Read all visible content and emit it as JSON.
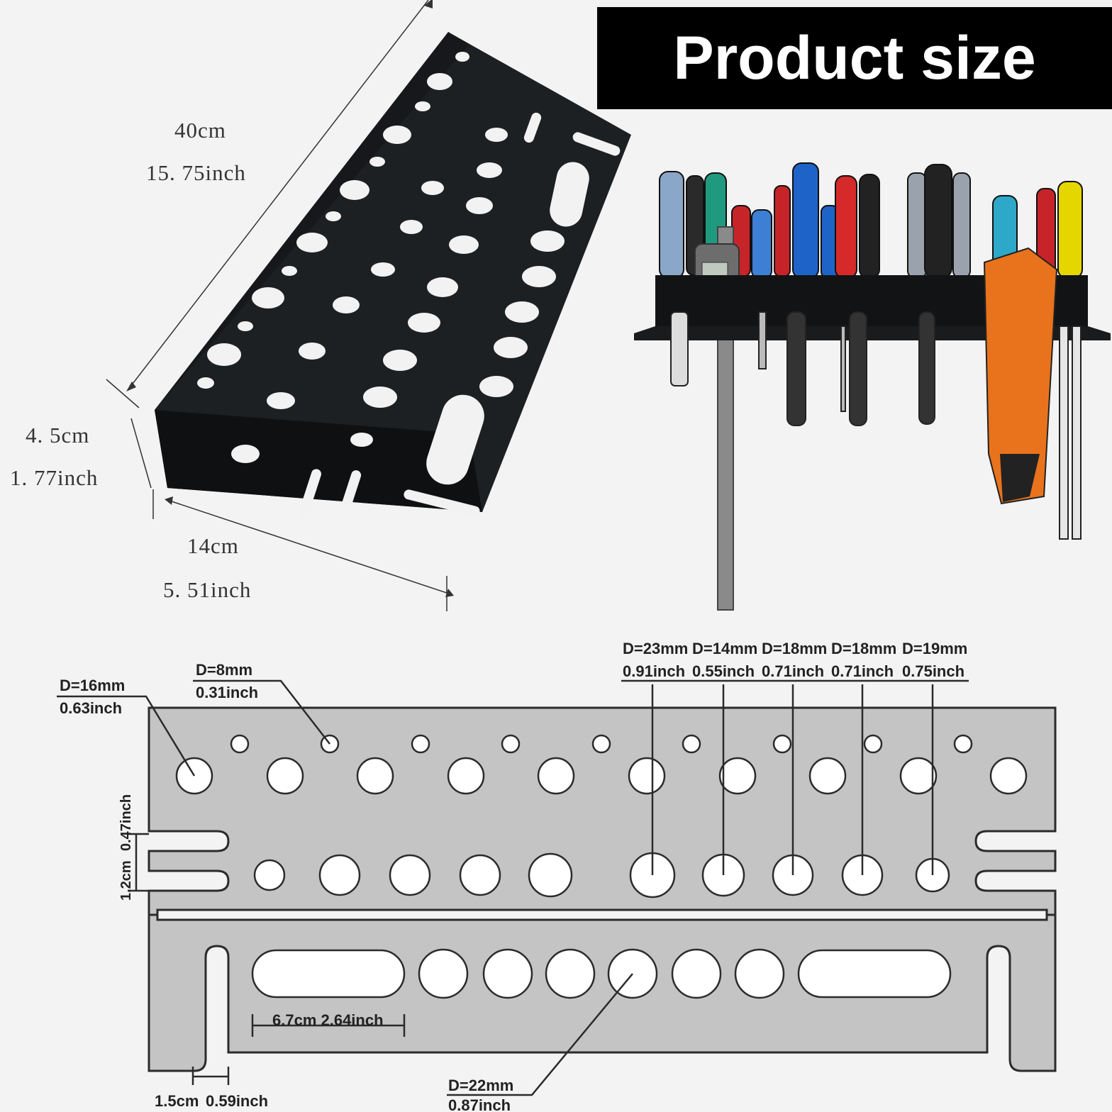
{
  "banner": {
    "title": "Product size"
  },
  "dimensions": {
    "length_cm": "40cm",
    "length_in": "15. 75inch",
    "height_cm": "4. 5cm",
    "height_in": "1. 77inch",
    "depth_cm": "14cm",
    "depth_in": "5. 51inch"
  },
  "holes": {
    "d16": {
      "mm": "D=16mm",
      "inch": "0.63inch"
    },
    "d8": {
      "mm": "D=8mm",
      "inch": "0.31inch"
    },
    "d23": {
      "mm": "D=23mm",
      "inch": "0.91inch"
    },
    "d14": {
      "mm": "D=14mm",
      "inch": "0.55inch"
    },
    "d18a": {
      "mm": "D=18mm",
      "inch": "0.71inch"
    },
    "d18b": {
      "mm": "D=18mm",
      "inch": "0.71inch"
    },
    "d19": {
      "mm": "D=19mm",
      "inch": "0.75inch"
    },
    "d22": {
      "mm": "D=22mm",
      "inch": "0.87inch"
    }
  },
  "slots": {
    "width_cm": "1.2cm",
    "width_in": "0.47inch",
    "long_slot": "6.7cm  2.64inch",
    "notch_cm": "1.5cm",
    "notch_in": "0.59inch"
  },
  "colors": {
    "rack": "#16181b",
    "panel": "#c4c4c4",
    "outline": "#2b2b2b",
    "banner_bg": "#000000"
  }
}
